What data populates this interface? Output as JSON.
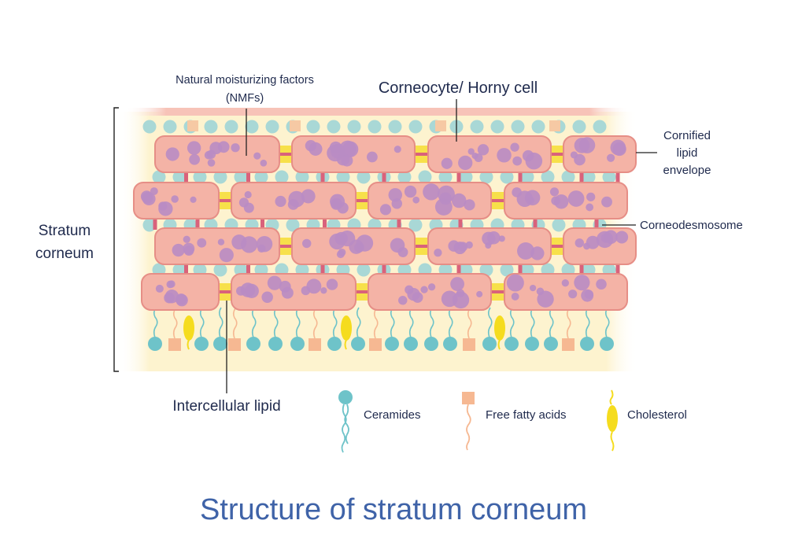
{
  "title": "Structure of stratum corneum",
  "labels": {
    "nmf_line1": "Natural moisturizing factors",
    "nmf_line2": "(NMFs)",
    "corneocyte": "Corneocyte/ Horny cell",
    "cornified_line1": "Cornified",
    "cornified_line2": "lipid",
    "cornified_line3": "envelope",
    "corneodesmosome": "Corneodesmosome",
    "stratum_line1": "Stratum",
    "stratum_line2": "corneum",
    "intercellular": "Intercellular lipid"
  },
  "legend": {
    "ceramides": "Ceramides",
    "free_fatty_acids": "Free fatty acids",
    "cholesterol": "Cholesterol"
  },
  "colors": {
    "title": "#3f63a8",
    "label": "#1f2a4d",
    "cell_fill": "#f4b3a6",
    "cell_stroke": "#e68e86",
    "nmf": "#b98cc4",
    "ceramide": "#6ec3c9",
    "fatty_acid": "#f6b892",
    "cholesterol": "#f5dc1e",
    "desmosome": "#d9627b",
    "matrix": "#fdf3cf"
  }
}
